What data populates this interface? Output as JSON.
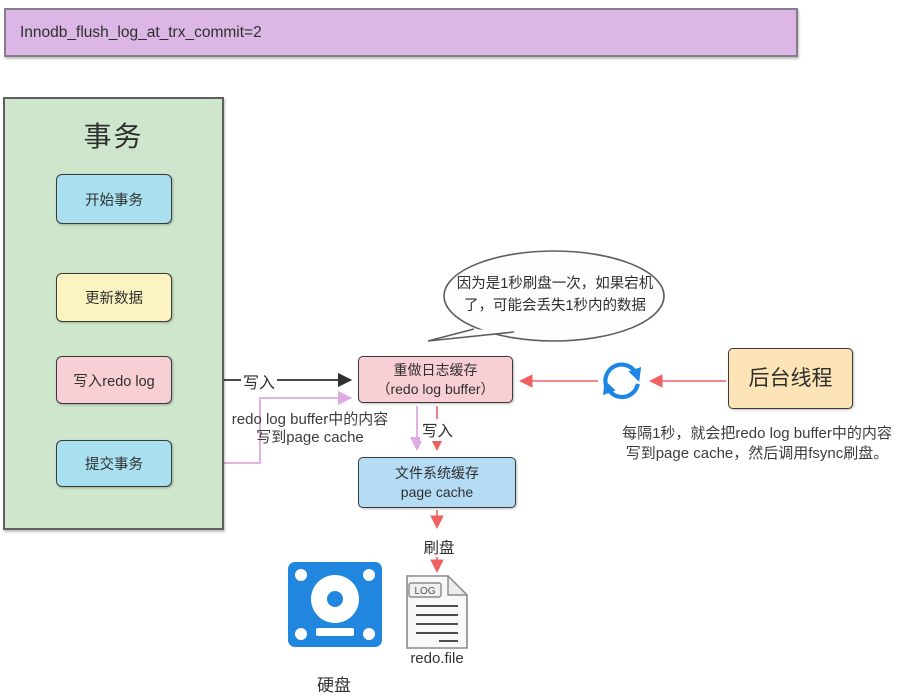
{
  "title_banner": "Innodb_flush_log_at_trx_commit=2",
  "transaction": {
    "title": "事务",
    "steps": [
      {
        "label": "开始事务"
      },
      {
        "label": "更新数据"
      },
      {
        "label": "写入redo log"
      },
      {
        "label": "提交事务"
      }
    ]
  },
  "redo_log_buffer": {
    "line1": "重做日志缓存",
    "line2": "（redo log buffer）"
  },
  "page_cache": {
    "line1": "文件系统缓存",
    "line2": "page cache"
  },
  "background_thread": {
    "label": "后台线程"
  },
  "speech_bubble": {
    "line1": "因为是1秒刷盘一次，如果宕机",
    "line2": "了，可能会丢失1秒内的数据"
  },
  "background_note": {
    "line1": "每隔1秒，就会把redo log buffer中的内容",
    "line2": "写到page cache，然后调用fsync刷盘。"
  },
  "labels": {
    "write_to_buffer": "写入",
    "write_to_cache": "写入",
    "flush_disk": "刷盘",
    "commit_note_line1": "redo log buffer中的内容",
    "commit_note_line2": "写到page cache",
    "redo_file": "redo.file",
    "hard_disk": "硬盘",
    "log_badge": "LOG"
  },
  "colors": {
    "banner_fill": "#dcb6e4",
    "group_fill": "#cee6cc",
    "step_blue": "#a9e0ef",
    "step_yellow": "#fbf4c0",
    "pink": "#f8cfd5",
    "page_cache_blue": "#b5dcf5",
    "thread_orange": "#fce4b6",
    "black_arrow": "#2f2f2f",
    "red_arrow": "#ef6161",
    "lavender_arrow": "#ddaae2",
    "sync_blue": "#1b86e3",
    "disk_blue": "#2186dd"
  }
}
